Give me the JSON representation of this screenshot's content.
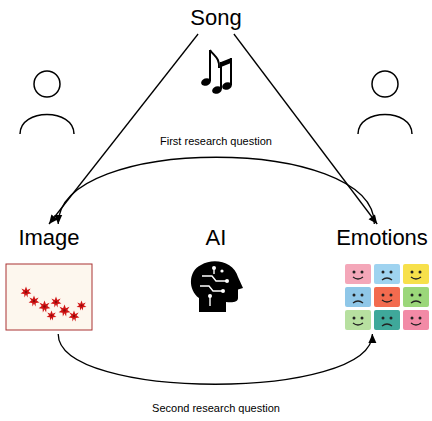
{
  "diagram": {
    "nodes": [
      {
        "text": [
          "Song"
        ]
      },
      {
        "text": [
          "Image"
        ]
      },
      {
        "text": [
          "AI"
        ]
      },
      {
        "text": [
          "Emotions"
        ]
      }
    ],
    "edges": [
      {
        "from": 0,
        "to": 1,
        "arrow": "to"
      },
      {
        "from": 0,
        "to": 3,
        "arrow": "to"
      },
      {
        "from": 3,
        "to": 1,
        "label": "First research question",
        "arrow": "to"
      },
      {
        "from": 1,
        "to": 3,
        "label": "Second research question",
        "arrow": "to"
      }
    ]
  }
}
